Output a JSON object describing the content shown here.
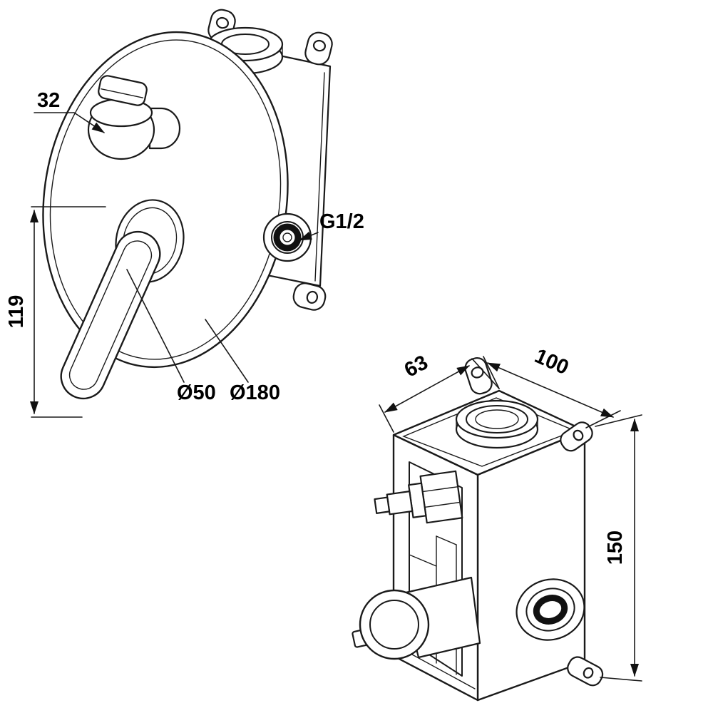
{
  "front_view": {
    "labels": {
      "knob_size": "32",
      "handle_height": "119",
      "hole_diameter": "Ø50",
      "plate_diameter": "Ø180",
      "inlet_thread": "G1/2"
    }
  },
  "iso_view": {
    "labels": {
      "box_depth": "63",
      "box_width": "100",
      "box_height": "150"
    }
  },
  "style": {
    "line_color": "#1a1a1a",
    "background": "#ffffff"
  }
}
